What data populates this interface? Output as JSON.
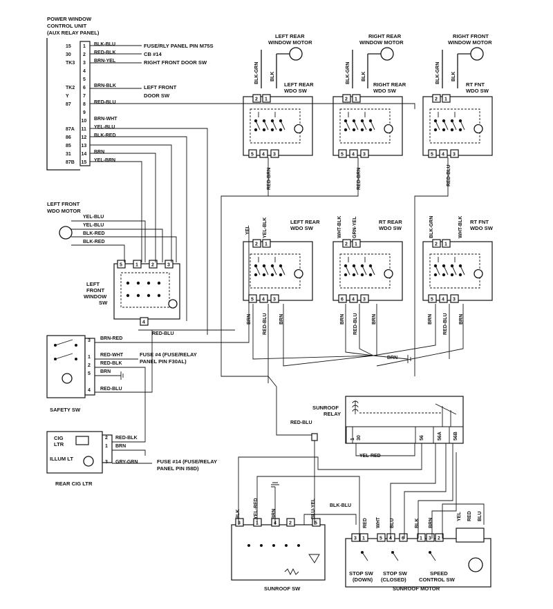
{
  "units": {
    "pwcu_title": [
      "POWER WINDOW",
      "CONTROL UNIT",
      "(AUX RELAY PANEL)"
    ],
    "lr_motor": [
      "LEFT REAR",
      "WINDOW MOTOR"
    ],
    "rr_motor": [
      "RIGHT REAR",
      "WINDOW MOTOR"
    ],
    "rf_motor": [
      "RIGHT FRONT",
      "WINDOW MOTOR"
    ],
    "lr_wdo_sw_top": [
      "LEFT REAR",
      "WDO SW"
    ],
    "rr_wdo_sw_top": [
      "RIGHT REAR",
      "WDO SW"
    ],
    "rf_wdo_sw_top": [
      "RT FNT",
      "WDO SW"
    ],
    "lr_wdo_sw_mid": [
      "LEFT REAR",
      "WDO SW"
    ],
    "rr_wdo_sw_mid": [
      "RT REAR",
      "WDO SW"
    ],
    "rf_wdo_sw_mid": [
      "RT FNT",
      "WDO SW"
    ],
    "lf_motor": [
      "LEFT FRONT",
      "WDO MOTOR"
    ],
    "lf_window_sw": [
      "LEFT",
      "FRONT",
      "WINDOW",
      "SW"
    ],
    "safety_sw": "SAFETY SW",
    "cig_ltr": [
      "CIG",
      "LTR"
    ],
    "illum_lt": "ILLUM LT",
    "rear_cig_ltr": "REAR CIG LTR",
    "sunroof_relay": [
      "SUNROOF",
      "RELAY"
    ],
    "sunroof_sw": "SUNROOF SW",
    "sunroof_motor": "SUNROOF MOTOR",
    "stop_sw_down": [
      "STOP SW",
      "(DOWN)"
    ],
    "stop_sw_closed": [
      "STOP SW",
      "(CLOSED)"
    ],
    "speed_control_sw": [
      "SPEED",
      "CONTROL SW"
    ]
  },
  "pwcu_pins": [
    {
      "term": "15",
      "pin": "1",
      "wire": "BLK-BLU",
      "dest": "FUSE/RLY PANEL PIN M75S"
    },
    {
      "term": "30",
      "pin": "2",
      "wire": "RED-BLK",
      "dest": "CB #14"
    },
    {
      "term": "TK3",
      "pin": "3",
      "wire": "BRN-YEL",
      "dest": "RIGHT FRONT DOOR SW"
    },
    {
      "term": "",
      "pin": "4",
      "wire": "",
      "dest": ""
    },
    {
      "term": "",
      "pin": "5",
      "wire": "",
      "dest": ""
    },
    {
      "term": "TK2",
      "pin": "6",
      "wire": "BRN-BLK",
      "dest": "LEFT FRONT"
    },
    {
      "term": "Y",
      "pin": "7",
      "wire": "",
      "dest": "DOOR SW"
    },
    {
      "term": "87",
      "pin": "8",
      "wire": "RED-BLU",
      "dest": ""
    },
    {
      "term": "",
      "pin": "9",
      "wire": "",
      "dest": ""
    },
    {
      "term": "",
      "pin": "10",
      "wire": "BRN-WHT",
      "dest": ""
    },
    {
      "term": "87A",
      "pin": "11",
      "wire": "YEL-BLU",
      "dest": ""
    },
    {
      "term": "86",
      "pin": "12",
      "wire": "BLK-RED",
      "dest": ""
    },
    {
      "term": "85",
      "pin": "13",
      "wire": "",
      "dest": ""
    },
    {
      "term": "31",
      "pin": "14",
      "wire": "BRN",
      "dest": ""
    },
    {
      "term": "87B",
      "pin": "15",
      "wire": "YEL-BRN",
      "dest": ""
    }
  ],
  "wires": {
    "lr_top": [
      "BLK-GRN",
      "BLK"
    ],
    "rr_top": [
      "BLK-GRN",
      "BLK"
    ],
    "rf_top": [
      "BLK-GRN",
      "BLK"
    ],
    "lr_bottom": "RED-BRN",
    "rr_bottom": "RED-BRN",
    "rf_bottom": "RED-BLU",
    "lr_mid": [
      "YEL",
      "YEL-BLK"
    ],
    "rr_mid": [
      "WHT-BLK",
      "GRN-YEL"
    ],
    "rf_mid": [
      "BLK-GRN",
      "WHT-BLK"
    ],
    "lr_mid_bottom": [
      "BRN",
      "RED-BLU",
      "BRN"
    ],
    "rr_mid_bottom": [
      "BRN",
      "RED-BLU",
      "BRN"
    ],
    "rf_mid_bottom": [
      "BRN",
      "RED-BLU",
      "BRN"
    ],
    "lf_motor_wires": [
      "YEL-BLU",
      "YEL-BLU",
      "BLK-RED",
      "BLK-RED"
    ],
    "lf_sw_bottom": "RED-BLU",
    "ground": "BRN",
    "safety": [
      "BRN-RED",
      "RED-WHT",
      "RED-BLK",
      "BRN",
      "RED-BLU"
    ],
    "safety_fuse": [
      "FUSE #4 (FUSE/RELAY",
      "PANEL PIN F30AL)"
    ],
    "cig": [
      "RED-BLK",
      "BRN",
      "GRY-GRN"
    ],
    "cig_fuse": [
      "FUSE #14 (FUSE/RELAY",
      "PANEL PIN I58D)"
    ],
    "sunroof_feed": "RED-BLU",
    "sunroof_relay_out": "YEL-RED",
    "sunroof_sw_wires": [
      "BLK",
      "YEL-RED",
      "BRN",
      "BLU-YEL"
    ],
    "sunroof_blk_blu": "BLK-BLU",
    "sunroof_motor_wires": [
      "RED",
      "WHT",
      "BLU",
      "BLK",
      "BRN"
    ],
    "sunroof_motor_right": [
      "YEL",
      "RED",
      "BLU"
    ]
  },
  "pins": {
    "top_sw_top": [
      "2",
      "1"
    ],
    "top_sw_bottom": [
      "5",
      "4",
      "3"
    ],
    "mid_sw_top": [
      "2",
      "1"
    ],
    "mid_sw_bottom_lr": [
      "5",
      "4",
      "3"
    ],
    "mid_sw_bottom_rr": [
      "6",
      "4",
      "3"
    ],
    "mid_sw_bottom_rf": [
      "5",
      "4",
      "3"
    ],
    "lf_sw": [
      "5",
      "1",
      "2",
      "3"
    ],
    "lf_sw_bottom": "4",
    "safety_sw": [
      "3",
      "1",
      "2",
      "5",
      "4"
    ],
    "cig": [
      "2",
      "1",
      "3"
    ],
    "relay": [
      "1",
      "30",
      "56",
      "56A",
      "56B"
    ],
    "sunroof_sw": [
      "3",
      "1",
      "4",
      "2",
      "5"
    ],
    "sunroof_motor": [
      "3",
      "1",
      "5",
      "4",
      "6",
      "1",
      "3",
      "2"
    ]
  },
  "colors": {
    "ink": "#111111",
    "paper": "#ffffff"
  }
}
